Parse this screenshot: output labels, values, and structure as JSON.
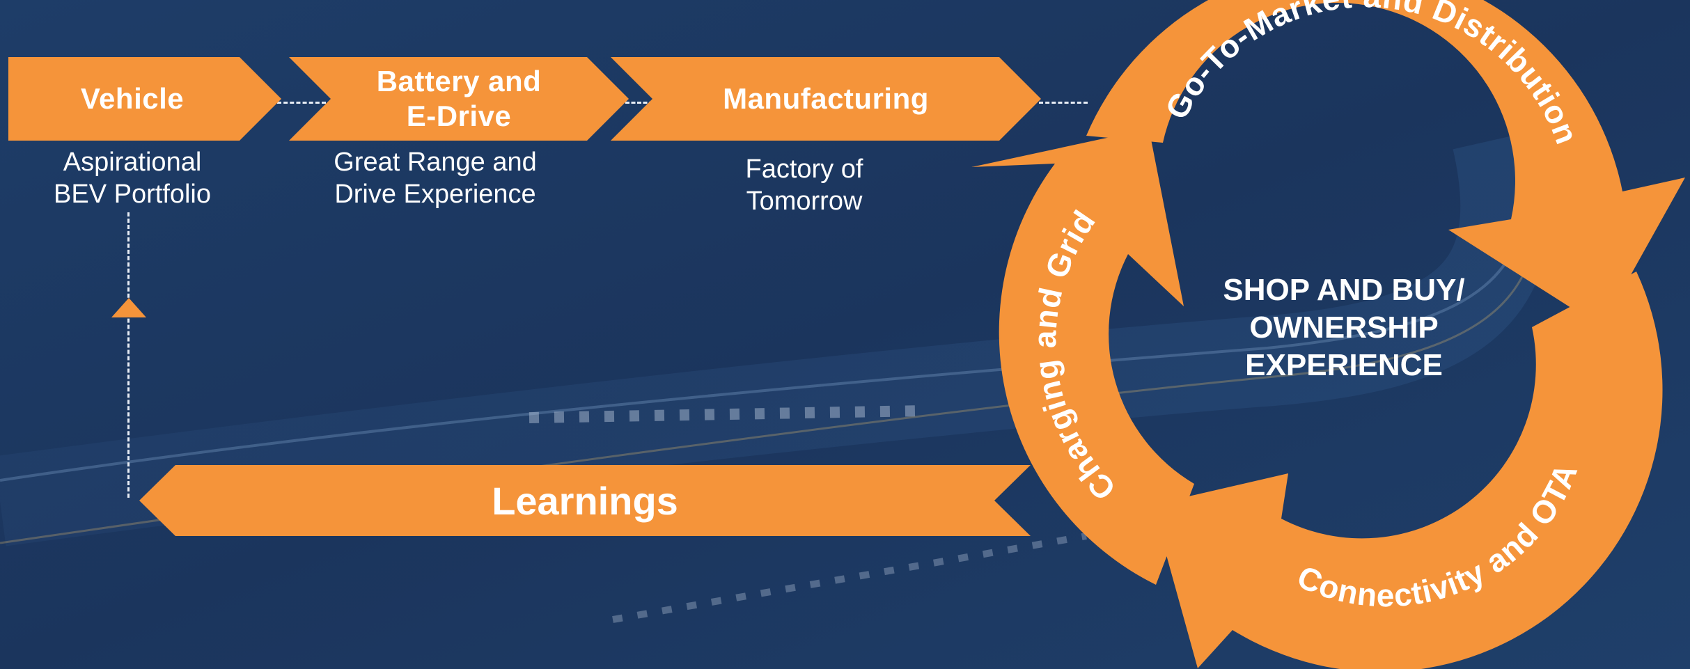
{
  "colors": {
    "accent": "#f5943a",
    "background": "#1d3a66",
    "text": "#ffffff"
  },
  "chevrons": [
    {
      "label": "Vehicle",
      "sub": "Aspirational\nBEV Portfolio"
    },
    {
      "label": "Battery and\nE-Drive",
      "sub": "Great Range and\nDrive Experience"
    },
    {
      "label": "Manufacturing",
      "sub": "Factory of\nTomorrow"
    }
  ],
  "learnings": {
    "label": "Learnings"
  },
  "cycle": {
    "center": "SHOP AND BUY/\nOWNERSHIP\nEXPERIENCE",
    "segments": [
      "Go-To-Market and Distribution",
      "Connectivity and OTA",
      "Charging and Grid"
    ]
  },
  "icons": {
    "arrow_up": "up-arrow-icon"
  }
}
